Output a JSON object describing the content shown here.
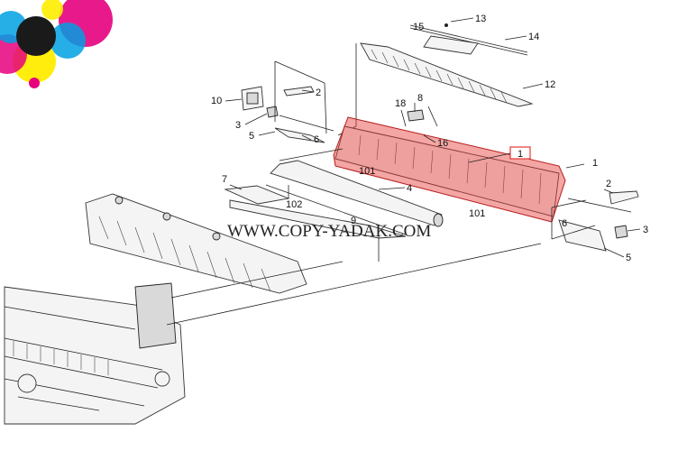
{
  "watermark": "WWW.COPY-YADAK.COM",
  "highlight_label": "1",
  "logo_colors": [
    "#e6007e",
    "#ffed00",
    "#00a0e3",
    "#1a1a1a"
  ],
  "highlight_color": "#e53935",
  "callouts": {
    "c13": "13",
    "c14": "14",
    "c15": "15",
    "c12": "12",
    "c10": "10",
    "c2a": "2",
    "c3a": "3",
    "c5a": "5",
    "c6a": "6",
    "c18": "18",
    "c8": "8",
    "c16": "16",
    "c101a": "101",
    "c1b": "1",
    "c7": "7",
    "c102": "102",
    "c4": "4",
    "c9": "9",
    "c101b": "101",
    "c2b": "2",
    "c6b": "6",
    "c3b": "3",
    "c5b": "5"
  }
}
